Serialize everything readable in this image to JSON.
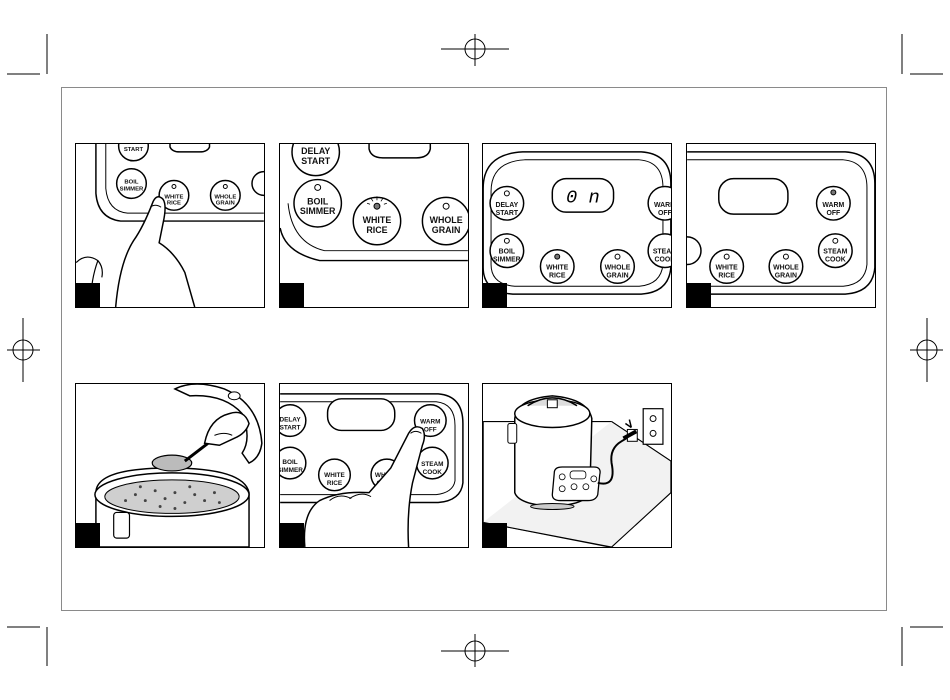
{
  "buttons": {
    "start": "START",
    "delay_start_1": "DELAY",
    "delay_start_2": "START",
    "boil_1": "BOIL",
    "boil_2": "SIMMER",
    "white_1": "WHITE",
    "white_2": "RICE",
    "whole_1": "WHOLE",
    "whole_2": "GRAIN",
    "warm_1": "WARM",
    "warm_2": "OFF",
    "steam_1": "STEAM",
    "steam_2": "COOK"
  },
  "display": {
    "readout": "0 n"
  },
  "colors": {
    "ink": "#000000",
    "panel_fill": "#ffffff",
    "step_box": "#000000",
    "frame": "#8a8a8a"
  }
}
